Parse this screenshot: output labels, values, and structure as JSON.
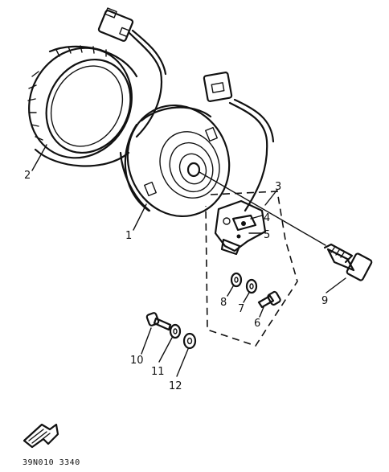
{
  "parts": [
    {
      "num": "1"
    },
    {
      "num": "2"
    },
    {
      "num": "3"
    },
    {
      "num": "4"
    },
    {
      "num": "5"
    },
    {
      "num": "6"
    },
    {
      "num": "7"
    },
    {
      "num": "8"
    },
    {
      "num": "9"
    },
    {
      "num": "10"
    },
    {
      "num": "11"
    },
    {
      "num": "12"
    }
  ],
  "drawing_code": "39N010 3340"
}
